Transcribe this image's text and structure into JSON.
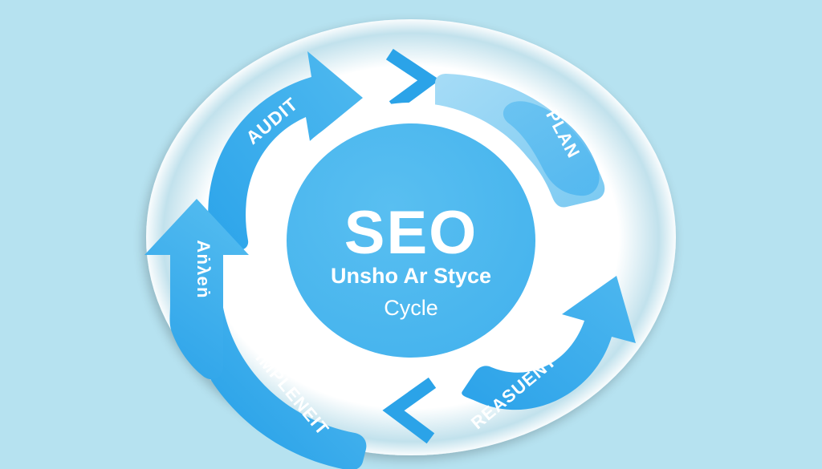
{
  "diagram": {
    "type": "cycle-diagram",
    "background_color": "#b6e2f0",
    "ring_color": "#ffffff",
    "center": {
      "title": "SEO",
      "subtitle_line1": "Unsho Ar Styce",
      "subtitle_line2": "Cycle",
      "fill_color": "#4cb8ee",
      "text_color": "#ffffff"
    },
    "stages": [
      {
        "id": "audit",
        "label": "AUDIT",
        "position": "top-left",
        "color": "#3aaeee",
        "label_rotation_deg": -38
      },
      {
        "id": "plan",
        "label": "PLAN",
        "position": "top-right",
        "color": "#7fcdf2",
        "accent_color": "#5bbcf0",
        "label_rotation_deg": 62
      },
      {
        "id": "measure",
        "label": "REASUENT",
        "position": "bottom-right",
        "color": "#33a9ed",
        "label_rotation_deg": -42
      },
      {
        "id": "implement",
        "label": "IMPLENEIT",
        "position": "bottom-left",
        "color": "#36abee",
        "label_rotation_deg": 52
      },
      {
        "id": "review",
        "label": "Aṅλeṅ",
        "position": "left",
        "color": "#3aaeee",
        "label_rotation_deg": 90
      }
    ],
    "chevrons": [
      {
        "id": "chevron-top",
        "direction": "right",
        "color": "#2ba3e8"
      },
      {
        "id": "chevron-bottom",
        "direction": "left",
        "color": "#2ba3e8"
      }
    ]
  }
}
